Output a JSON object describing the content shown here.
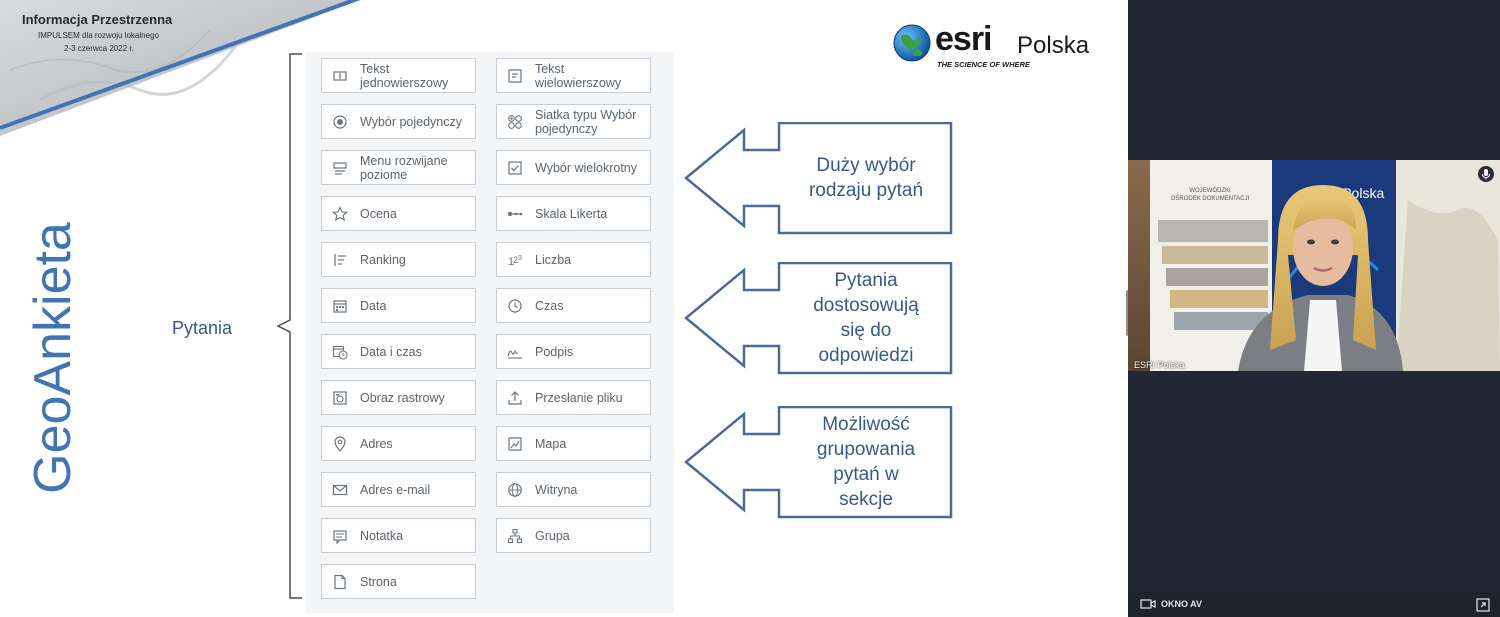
{
  "slide": {
    "conference": {
      "title": "Informacja Przestrzenna",
      "subtitle": "IMPULSEM dla rozwoju lokalnego",
      "date": "2-3 czerwca 2022 r."
    },
    "logo": {
      "brand": "esri",
      "country": "Polska",
      "tagline": "THE SCIENCE OF WHERE"
    },
    "main_title": "GeoAnkieta",
    "section_label": "Pytania",
    "questions": [
      {
        "label": "Tekst jednowierszowy",
        "icon": "text-single-icon"
      },
      {
        "label": "Tekst wielowierszowy",
        "icon": "text-multi-icon"
      },
      {
        "label": "Wybór pojedynczy",
        "icon": "radio-icon"
      },
      {
        "label": "Siatka typu Wybór pojedynczy",
        "icon": "grid-radio-icon"
      },
      {
        "label": "Menu rozwijane poziome",
        "icon": "dropdown-icon"
      },
      {
        "label": "Wybór wielokrotny",
        "icon": "checkbox-icon"
      },
      {
        "label": "Ocena",
        "icon": "star-icon"
      },
      {
        "label": "Skala Likerta",
        "icon": "likert-icon"
      },
      {
        "label": "Ranking",
        "icon": "ranking-icon"
      },
      {
        "label": "Liczba",
        "icon": "number-icon"
      },
      {
        "label": "Data",
        "icon": "calendar-icon"
      },
      {
        "label": "Czas",
        "icon": "clock-icon"
      },
      {
        "label": "Data i czas",
        "icon": "calendar-clock-icon"
      },
      {
        "label": "Podpis",
        "icon": "signature-icon"
      },
      {
        "label": "Obraz rastrowy",
        "icon": "image-icon"
      },
      {
        "label": "Przesłanie pliku",
        "icon": "upload-icon"
      },
      {
        "label": "Adres",
        "icon": "pin-icon"
      },
      {
        "label": "Mapa",
        "icon": "map-icon"
      },
      {
        "label": "Adres e-mail",
        "icon": "email-icon"
      },
      {
        "label": "Witryna",
        "icon": "globe-icon"
      },
      {
        "label": "Notatka",
        "icon": "note-icon"
      },
      {
        "label": "Grupa",
        "icon": "group-icon"
      },
      {
        "label": "Strona",
        "icon": "page-icon"
      }
    ],
    "callouts": [
      {
        "text": "Duży wybór rodzaju pytań"
      },
      {
        "text": "Pytania dostosowują się do odpowiedzi"
      },
      {
        "text": "Możliwość grupowania pytań w sekcje"
      }
    ],
    "colors": {
      "title_blue": "#3f74b5",
      "text_blue": "#38588f",
      "arrow_stroke": "#4a6a9c"
    }
  },
  "meeting": {
    "participant_name": "ESRI Polska",
    "window_label": "OKNO AV",
    "icons": [
      "mic-icon",
      "camera-icon",
      "expand-icon"
    ]
  }
}
